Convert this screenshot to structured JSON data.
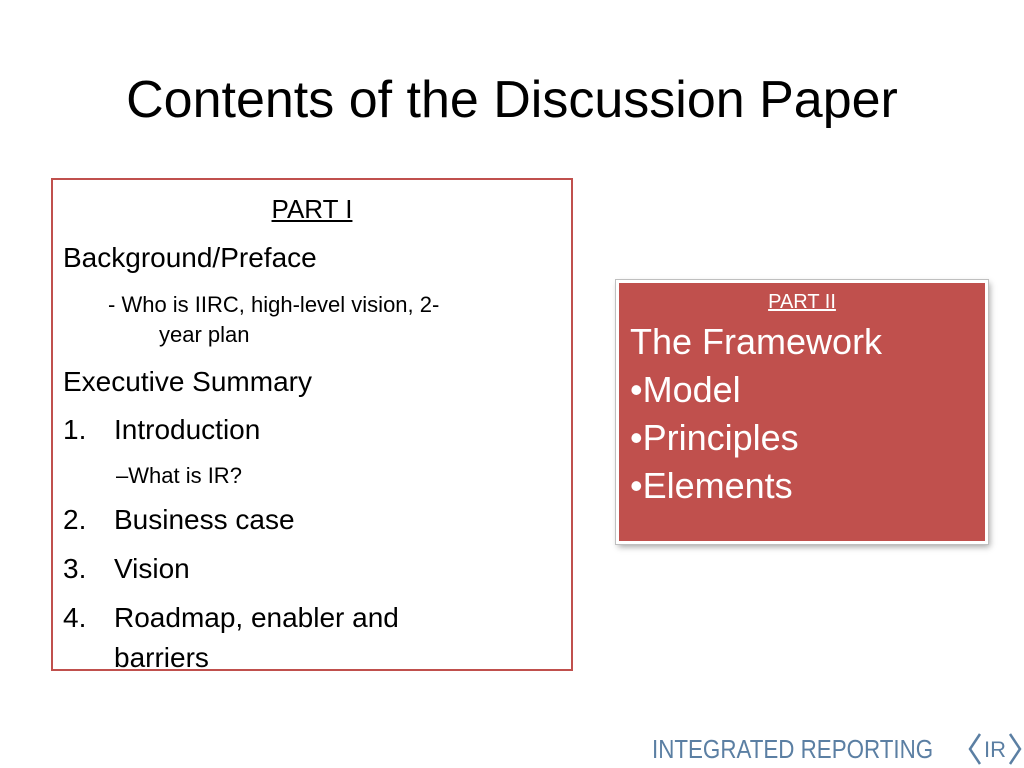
{
  "slide": {
    "title": "Contents of the Discussion Paper"
  },
  "part1": {
    "heading": "PART I",
    "background": "Background/Preface",
    "sub_line1": "- Who is IIRC, high-level vision, 2-",
    "sub_line2": "year plan",
    "executive": "Executive Summary",
    "items": [
      {
        "num": "1.",
        "label": "Introduction"
      },
      {
        "num": "2.",
        "label": "Business case"
      },
      {
        "num": "3.",
        "label": "Vision"
      },
      {
        "num": "4.",
        "label": "Roadmap, enabler and",
        "label2": "barriers"
      }
    ],
    "intro_sub": "–What is IR?"
  },
  "part2": {
    "heading": "PART II",
    "framework": "The Framework",
    "bullets": [
      "•Model",
      "•Principles",
      "•Elements"
    ]
  },
  "logo": {
    "text": "INTEGRATED REPORTING",
    "mark": "IR",
    "color": "#5b7fa3"
  },
  "colors": {
    "accent": "#c0504d"
  }
}
